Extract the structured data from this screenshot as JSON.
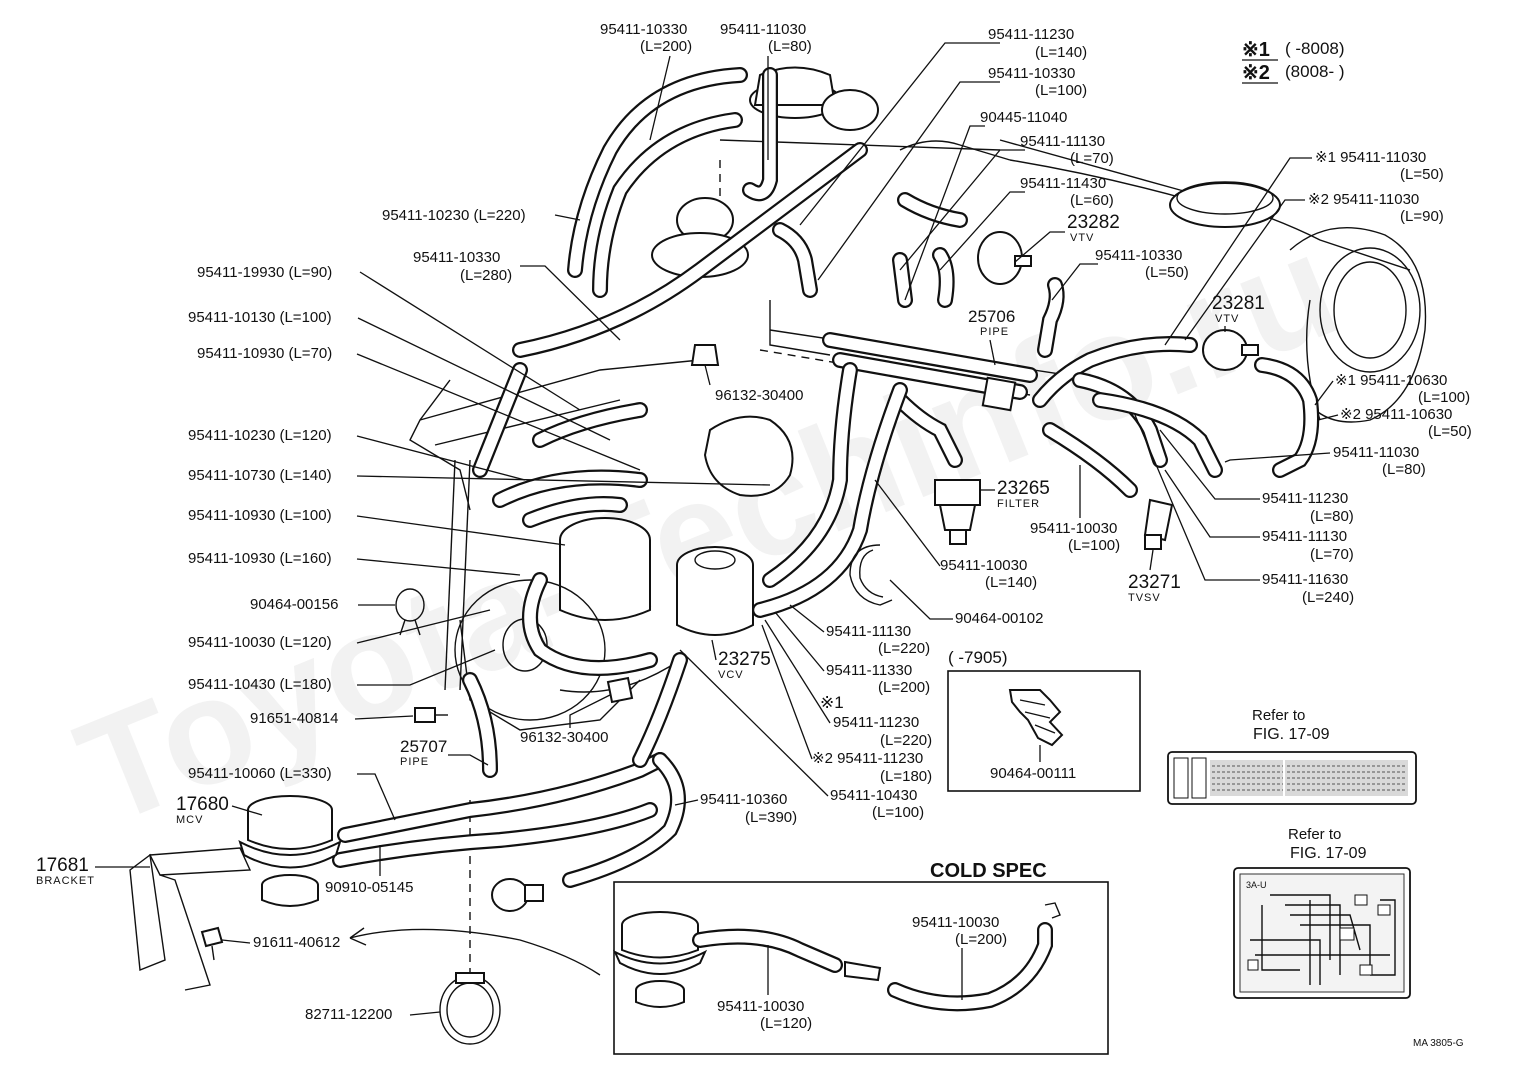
{
  "watermark": "Toyota-Techinfo.ru",
  "legend": {
    "mark1": "※1",
    "mark1_range": "(      -8008)",
    "mark2": "※2",
    "mark2_range": "(8008-       )"
  },
  "labels": {
    "l01": "95411-10330",
    "l01b": "(L=200)",
    "l02": "95411-11030",
    "l02b": "(L=80)",
    "l03": "95411-11230",
    "l03b": "(L=140)",
    "l04": "95411-10330",
    "l04b": "(L=100)",
    "l05": "90445-11040",
    "l06": "95411-11130",
    "l06b": "(L=70)",
    "l07": "95411-11430",
    "l07b": "(L=60)",
    "l08": "23282",
    "l08b": "VTV",
    "l09": "95411-10330",
    "l09b": "(L=50)",
    "l10": "25706",
    "l10b": "PIPE",
    "l11": "95411-10230 (L=220)",
    "l12": "95411-10330",
    "l12b": "(L=280)",
    "l13": "95411-19930 (L=90)",
    "l14": "95411-10130 (L=100)",
    "l15": "95411-10930 (L=70)",
    "l16": "95411-10230 (L=120)",
    "l17": "95411-10730 (L=140)",
    "l18": "95411-10930 (L=100)",
    "l19": "95411-10930 (L=160)",
    "l20": "90464-00156",
    "l21": "95411-10030 (L=120)",
    "l22": "95411-10430 (L=180)",
    "l23": "91651-40814",
    "l24": "25707",
    "l24b": "PIPE",
    "l25": "96132-30400",
    "l26": "96132-30400",
    "l27": "95411-10060 (L=330)",
    "l28": "17680",
    "l28b": "MCV",
    "l29": "17681",
    "l29b": "BRACKET",
    "l30": "90910-05145",
    "l31": "91611-40612",
    "l32": "82711-12200",
    "l33": "95411-10360",
    "l33b": "(L=390)",
    "l34": "95411-10430",
    "l34b": "(L=100)",
    "l35": "23275",
    "l35b": "VCV",
    "l36": "95411-11130",
    "l36b": "(L=220)",
    "l37": "95411-11330",
    "l37b": "(L=200)",
    "l38": "※1",
    "l38a": "95411-11230",
    "l38b": "(L=220)",
    "l39": "※2 95411-11230",
    "l39b": "(L=180)",
    "l40": "90464-00102",
    "l41": "23265",
    "l41b": "FILTER",
    "l42": "95411-10030",
    "l42b": "(L=100)",
    "l43": "95411-10030",
    "l43b": "(L=140)",
    "l44": "23271",
    "l44b": "TVSV",
    "l45": "※1 95411-11030",
    "l45b": "(L=50)",
    "l46": "※2 95411-11030",
    "l46b": "(L=90)",
    "l47": "23281",
    "l47b": "VTV",
    "l48": "※1 95411-10630",
    "l48b": "(L=100)",
    "l49": "※2 95411-10630",
    "l49b": "(L=50)",
    "l50": "95411-11030",
    "l50b": "(L=80)",
    "l51": "95411-11230",
    "l51b": "(L=80)",
    "l52": "95411-11130",
    "l52b": "(L=70)",
    "l53": "95411-11630",
    "l53b": "(L=240)"
  },
  "inset_7905": {
    "range": "(      -7905)",
    "part": "90464-00111"
  },
  "cold_spec": {
    "title": "COLD SPEC",
    "hose_a": "95411-10030",
    "hose_a_len": "(L=200)",
    "hose_b": "95411-10030",
    "hose_b_len": "(L=120)"
  },
  "refer_1": {
    "line1": "Refer to",
    "line2": "FIG. 17-09"
  },
  "refer_2": {
    "line1": "Refer to",
    "line2": "FIG. 17-09",
    "tag": "3A-U"
  },
  "figure_code": "MA 3805-G"
}
